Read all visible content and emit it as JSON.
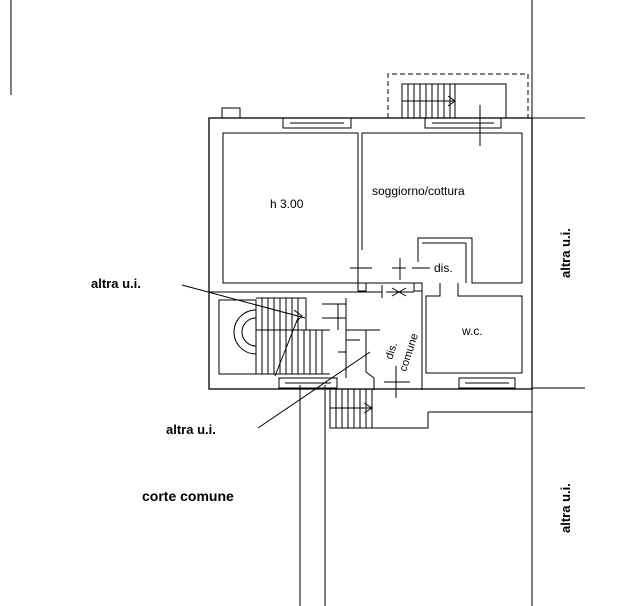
{
  "rooms": {
    "height": "h 3.00",
    "living": "soggiorno/cottura",
    "dis": "dis.",
    "dis_comune_1": "dis.",
    "dis_comune_2": "comune",
    "wc": "w.c."
  },
  "annotations": {
    "altra_ui_top": "altra u.i.",
    "altra_ui_bottom": "altra u.i.",
    "altra_ui_right_top": "altra u.i.",
    "altra_ui_right_bottom": "altra u.i.",
    "corte_comune": "corte comune"
  }
}
